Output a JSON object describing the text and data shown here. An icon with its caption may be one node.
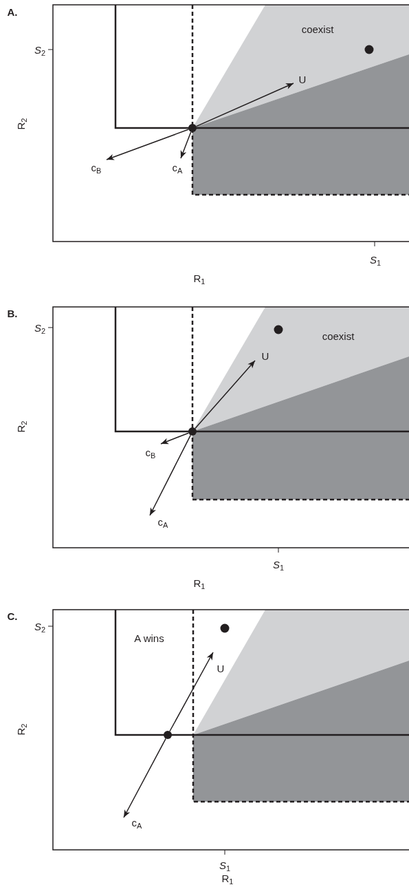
{
  "diagram": {
    "nodes": [
      {
        "text": [],
        "shape": "circle"
      },
      {
        "text": [
          "U"
        ]
      },
      {
        "text": [
          "c$_{B}$"
        ]
      },
      {
        "text": [
          "c$_{A}$"
        ]
      },
      {
        "text": [],
        "shape": "circle"
      },
      {
        "text": [
          "U"
        ]
      },
      {
        "text": [
          "c$_{B}$"
        ]
      },
      {
        "text": [
          "c$_{A}$"
        ]
      },
      {
        "text": [
          "U"
        ]
      },
      {
        "text": [],
        "shape": "circle"
      },
      {
        "text": [
          "c$_{A}$"
        ]
      }
    ],
    "edges": [
      {
        "from": 0,
        "to": 1,
        "arrow": "to"
      },
      {
        "from": 0,
        "to": 2,
        "arrow": "to"
      },
      {
        "from": 0,
        "to": 3,
        "arrow": "to"
      },
      {
        "from": 4,
        "to": 5,
        "arrow": "to"
      },
      {
        "from": 4,
        "to": 6,
        "arrow": "to"
      },
      {
        "from": 4,
        "to": 7,
        "arrow": "to"
      },
      {
        "from": 9,
        "to": 8,
        "arrow": "to"
      },
      {
        "from": 9,
        "to": 10,
        "arrow": "to"
      }
    ],
    "labels": [
      "A.",
      "coexist",
      "S$_{2}$",
      "R$_{2}$",
      "S$_{1}$",
      "R$_{1}$",
      "B.",
      "S$_{2}$",
      "coexist",
      "R$_{2}$",
      "S$_{1}$",
      "R$_{1}$",
      "C.",
      "S$_{2}$",
      "A wins",
      "R$_{2}$",
      "S$_{1}$",
      "R$_{1}$"
    ]
  }
}
